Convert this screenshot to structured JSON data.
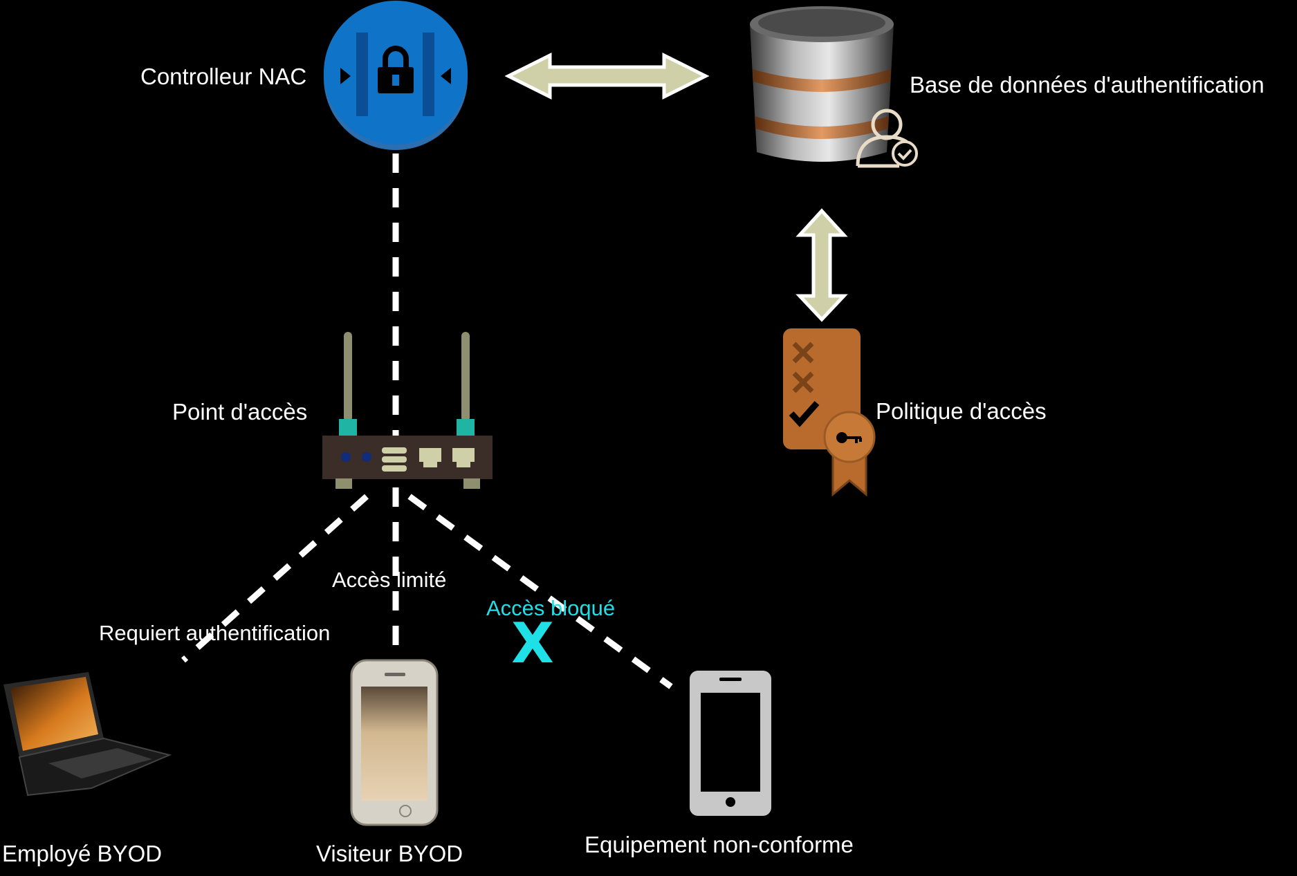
{
  "nodes": {
    "nac_controller": {
      "label": "Controlleur NAC",
      "icon": "lock-gate-icon"
    },
    "auth_database": {
      "label": "Base de données d'authentification",
      "icon": "database-user-check-icon"
    },
    "access_policy": {
      "label": "Politique d'accès",
      "icon": "policy-certificate-icon"
    },
    "access_point": {
      "label": "Point d'accès",
      "icon": "wifi-router-icon"
    },
    "employee_byod": {
      "label": "Employé BYOD",
      "icon": "laptop-icon"
    },
    "visitor_byod": {
      "label": "Visiteur BYOD",
      "icon": "smartphone-icon"
    },
    "noncompliant_device": {
      "label": "Equipement non-conforme",
      "icon": "phone-outline-icon"
    }
  },
  "edges": {
    "employee": {
      "label": "Requiert authentification"
    },
    "visitor": {
      "label": "Accès limité"
    },
    "blocked": {
      "label": "Accès bloqué",
      "mark": "X"
    }
  },
  "colors": {
    "background": "#000000",
    "text": "#ffffff",
    "arrow_fill": "#cfcfa8",
    "blocked": "#1ee0e6",
    "nac_blue": "#0f74c8",
    "policy_orange": "#b86b2c"
  }
}
